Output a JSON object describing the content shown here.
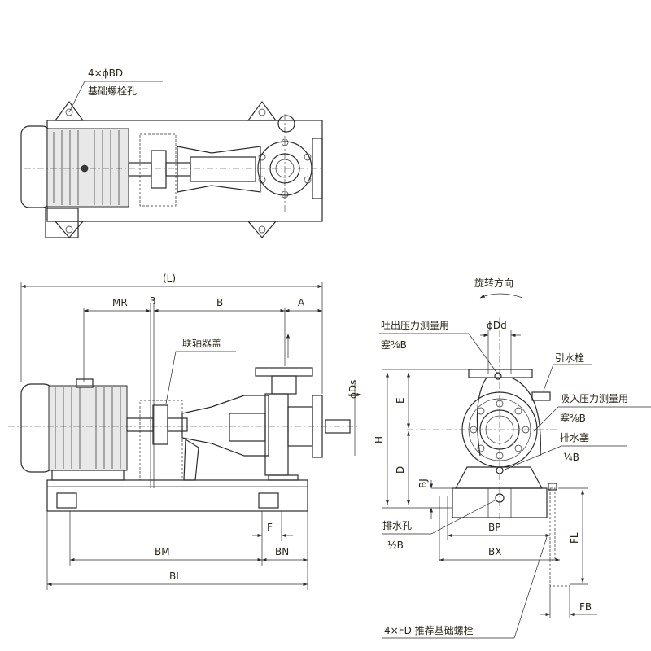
{
  "top_view": {
    "bolt_hole_count_label": "4×ϕBD",
    "bolt_hole_label": "基础螺栓孔"
  },
  "side_view": {
    "overall_length": "(L)",
    "dim_mr": "MR",
    "dim_3": "3",
    "dim_b": "B",
    "dim_a": "A",
    "coupling_cover": "联轴器盖",
    "suction_dia": "ϕDs",
    "dim_f": "F",
    "dim_bm": "BM",
    "dim_bn": "BN",
    "dim_bl": "BL"
  },
  "end_view": {
    "rotation": "旋转方向",
    "discharge_dia": "ϕDd",
    "discharge_gauge": "吐出压力测量用",
    "discharge_gauge_plug": "塞⅜B",
    "priming_plug": "引水栓",
    "suction_gauge": "吸入压力测量用",
    "suction_gauge_plug": "塞⅜B",
    "drain_plug": "排水塞",
    "drain_plug_size": "¼B",
    "dim_e": "E",
    "dim_h": "H",
    "dim_d": "D",
    "dim_bj": "BJ",
    "drain_hole": "排水孔",
    "drain_hole_size": "½B",
    "dim_bp": "BP",
    "dim_bx": "BX",
    "dim_fl": "FL",
    "dim_fb": "FB",
    "foundation_bolt": "4×FD  推荐基础螺栓"
  }
}
